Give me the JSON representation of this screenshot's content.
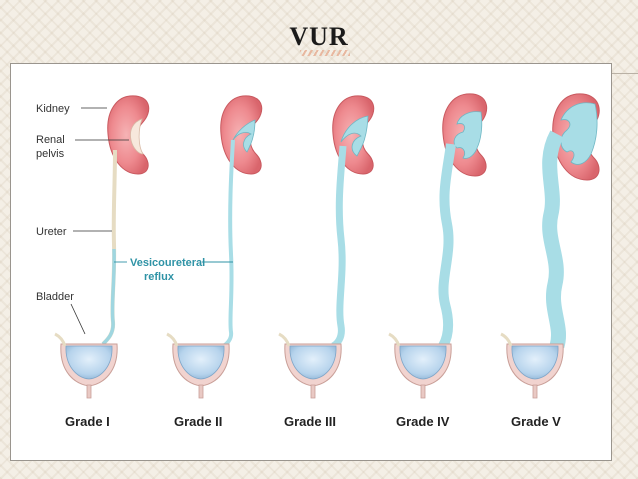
{
  "slide": {
    "title": "VUR"
  },
  "diagram": {
    "labels": {
      "kidney": "Kidney",
      "renal_pelvis_line1": "Renal",
      "renal_pelvis_line2": "pelvis",
      "ureter": "Ureter",
      "reflux_line1": "Vesicoureteral",
      "reflux_line2": "reflux",
      "bladder": "Bladder"
    },
    "grades": [
      {
        "label": "Grade I"
      },
      {
        "label": "Grade II"
      },
      {
        "label": "Grade III"
      },
      {
        "label": "Grade IV"
      },
      {
        "label": "Grade V"
      }
    ]
  },
  "colors": {
    "kidney": "#ef7f86",
    "reflux": "#a8dde6",
    "bladder": "#bcd8ef",
    "accent_text": "#2f93a6"
  }
}
